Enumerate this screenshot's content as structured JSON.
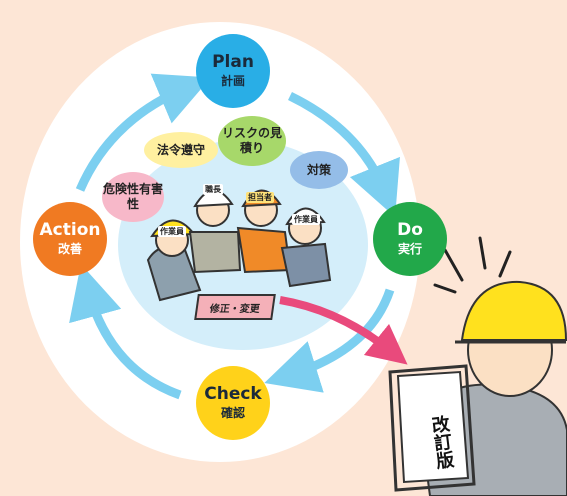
{
  "cycle": {
    "plan": {
      "en": "Plan",
      "ja": "計画",
      "color": "#29aee6"
    },
    "do": {
      "en": "Do",
      "ja": "実行",
      "color": "#22a84a"
    },
    "check": {
      "en": "Check",
      "ja": "確認",
      "color": "#ffd21a"
    },
    "action": {
      "en": "Action",
      "ja": "改善",
      "color": "#f07a22"
    }
  },
  "bubbles": {
    "hourei": "法令遵守",
    "risk": "リスクの見積り",
    "taisaku": "対策",
    "kiken": "危険性有害性"
  },
  "roles": {
    "shokucho": "職長",
    "tantosha": "担当者",
    "sagyoin_left": "作業員",
    "sagyoin_right": "作業員"
  },
  "document": "修正・変更",
  "revision_sign": "改訂版",
  "accent_arrow_color": "#e94a7c",
  "cycle_arrow_color": "#7ccff0"
}
